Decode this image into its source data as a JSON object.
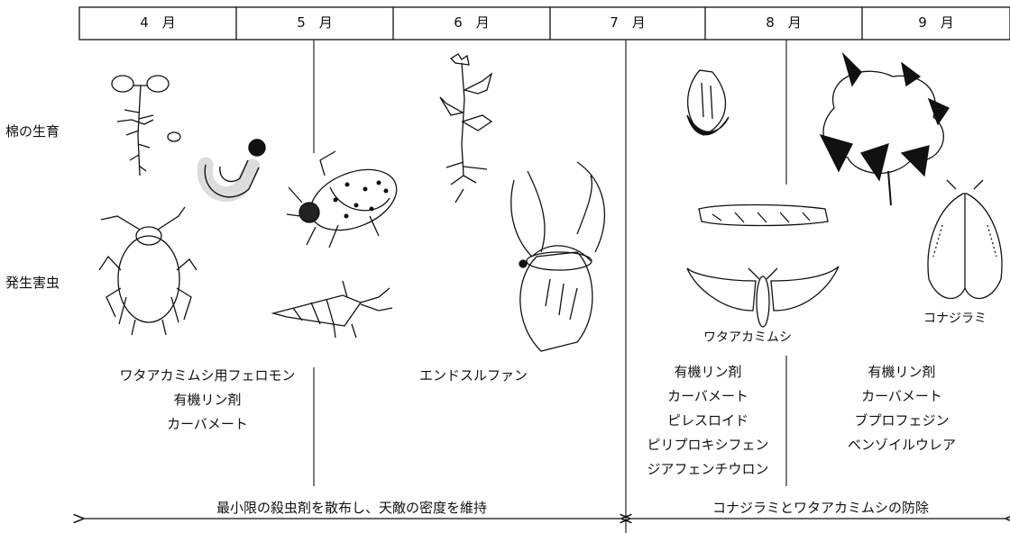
{
  "months": [
    "4　月",
    "5　月",
    "6　月",
    "7　月",
    "8　月",
    "9　月"
  ],
  "row_labels": {
    "growth": "棉の生育",
    "pests": "発生害虫"
  },
  "pest_labels": {
    "bollworm": "ワタアカミムシ",
    "whitefly": "コナジラミ"
  },
  "chemicals": {
    "early_1": [
      "ワタアカミムシ用フェロモン",
      "有機リン剤",
      "カーバメート"
    ],
    "early_2": [
      "エンドスルファン"
    ],
    "late_1": [
      "有機リン剤",
      "カーバメート",
      "ピレスロイド",
      "ピリプロキシフェン",
      "ジアフェンチウロン"
    ],
    "late_2": [
      "有機リン剤",
      "カーバメート",
      "ブプロフェジン",
      "ベンゾイルウレア"
    ]
  },
  "summary": {
    "early": "最小限の殺虫剤を散布し、天敵の密度を維持",
    "late": "コナジラミとワタアカミムシの防除"
  }
}
